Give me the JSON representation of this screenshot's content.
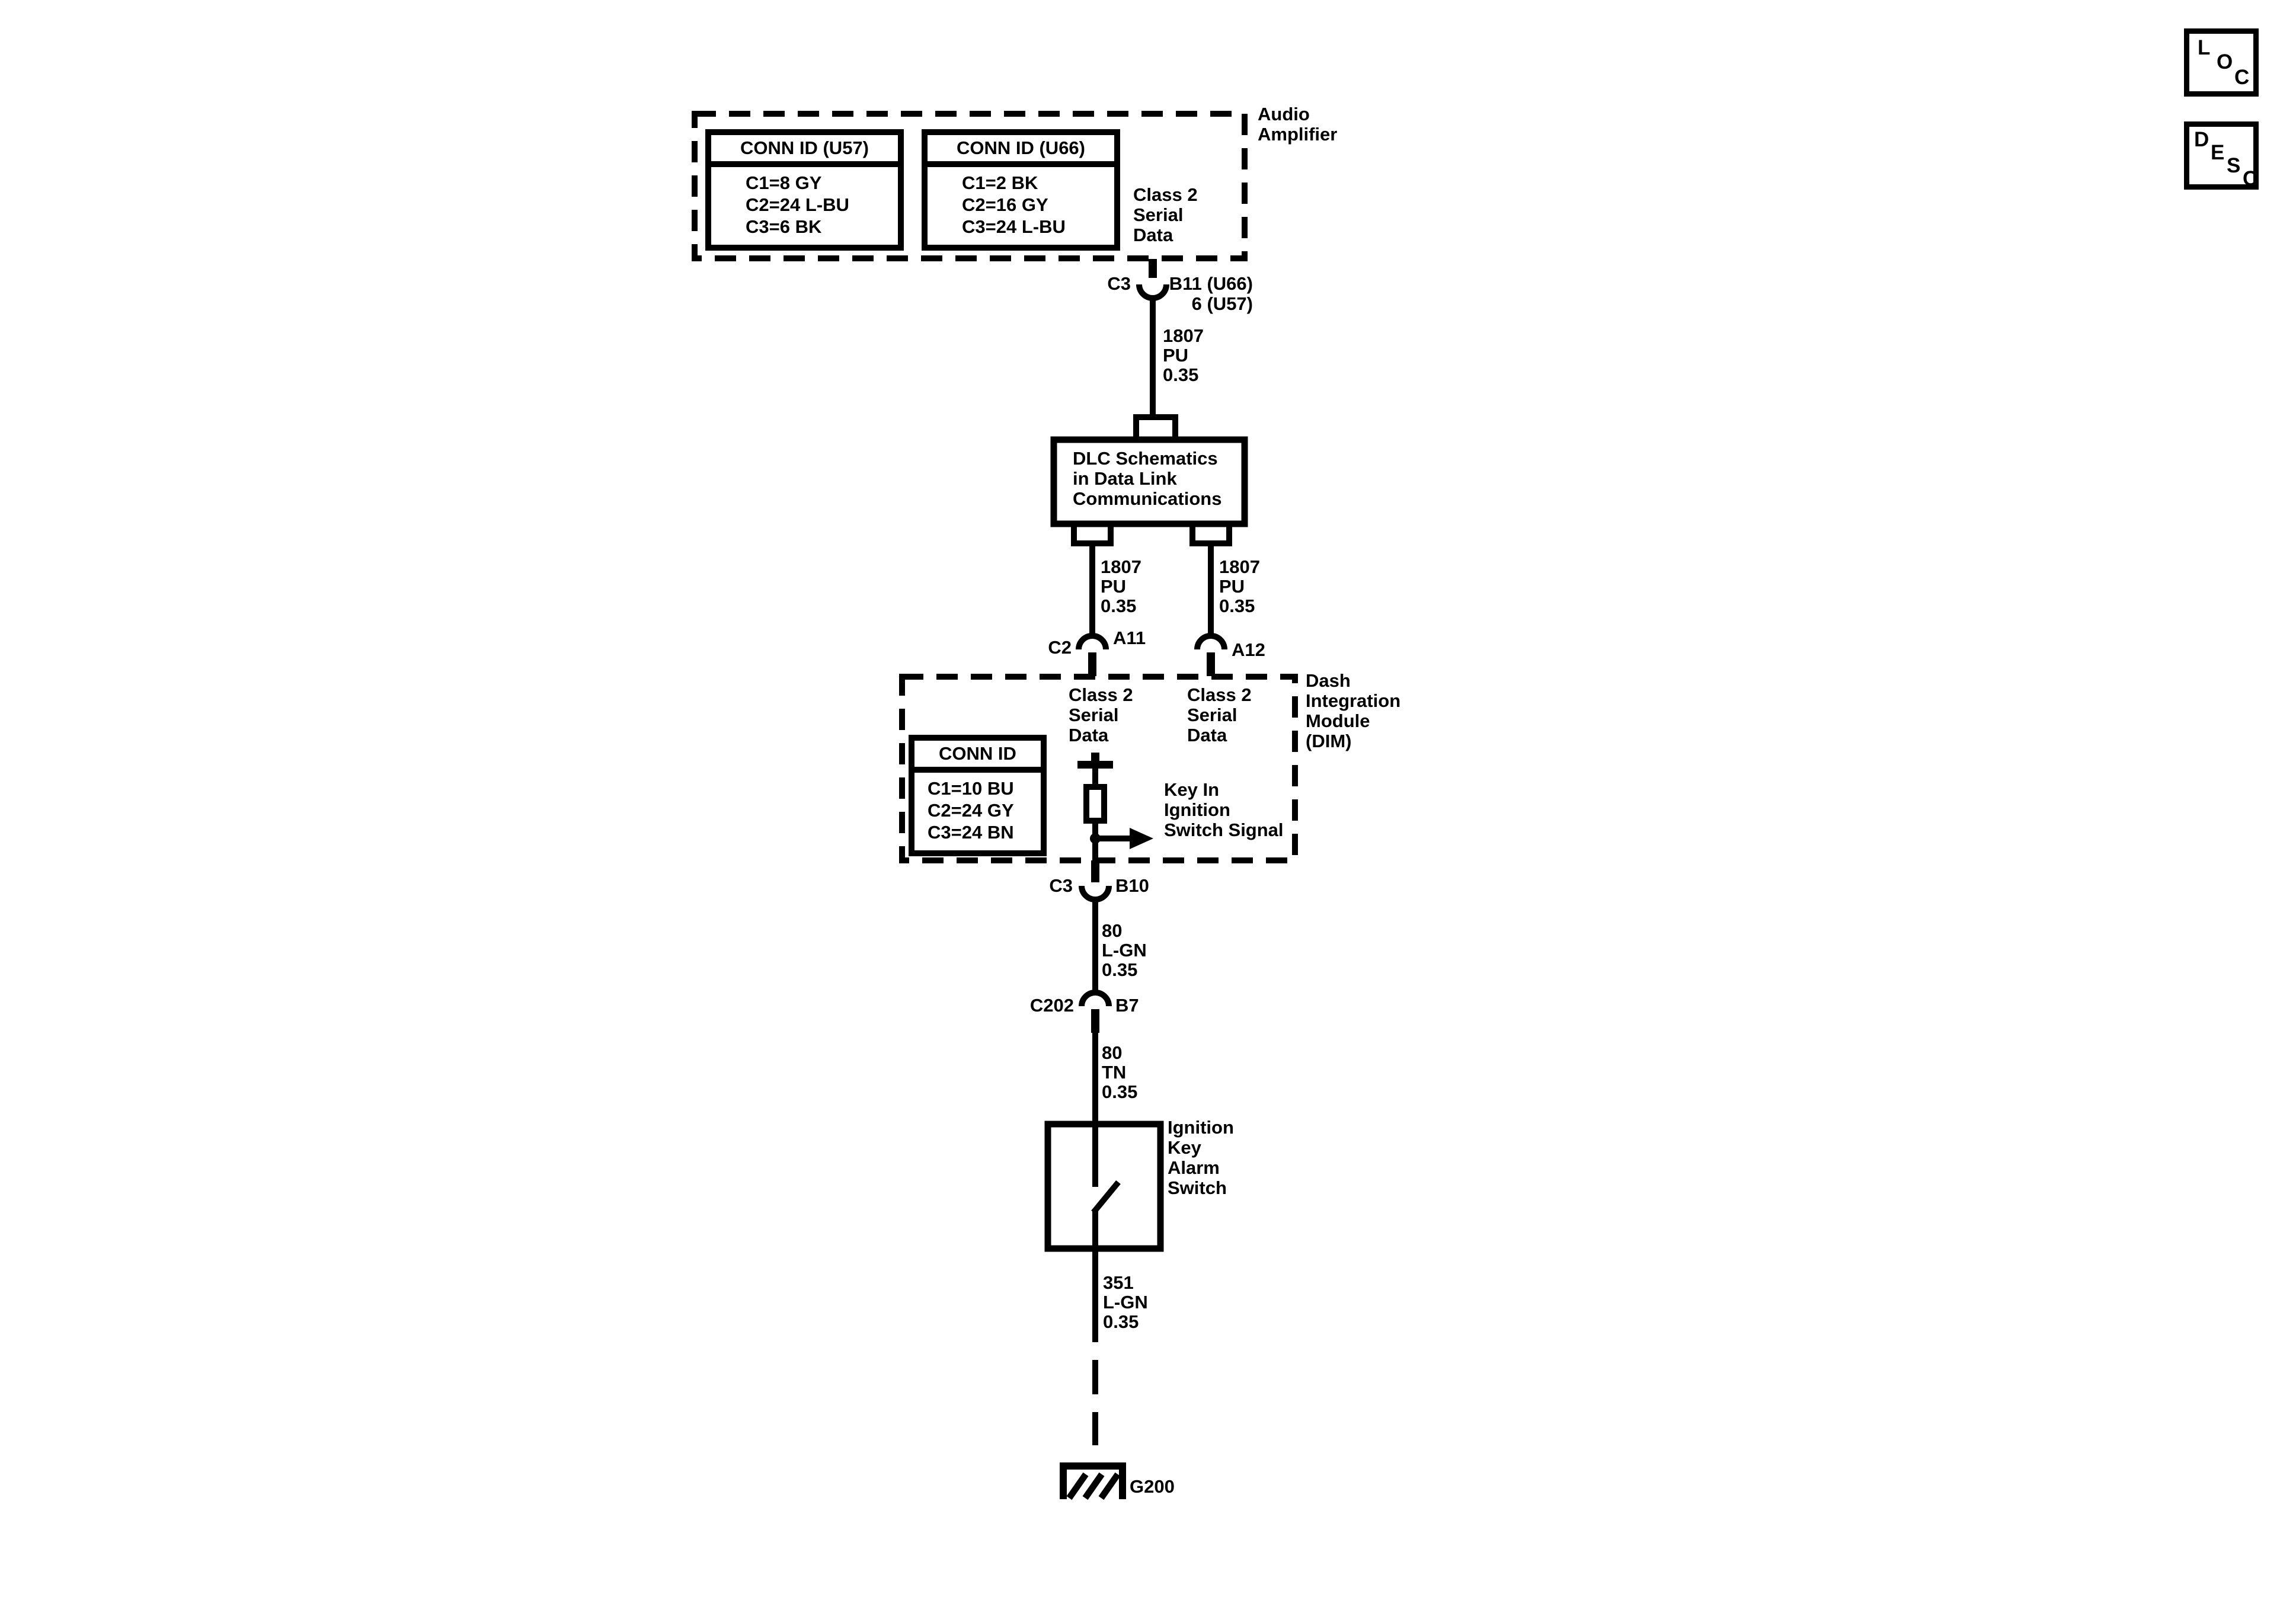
{
  "colors": {
    "ink": "#000000",
    "background": "#ffffff"
  },
  "diagram": {
    "audio_amplifier": {
      "name_label": "Audio\nAmplifier",
      "class2_label": "Class 2\nSerial\nData",
      "conn_u57": {
        "header": "CONN ID (U57)",
        "rows": [
          "C1=8 GY",
          "C2=24 L-BU",
          "C3=6 BK"
        ]
      },
      "conn_u66": {
        "header": "CONN ID (U66)",
        "rows": [
          "C1=2 BK",
          "C2=16 GY",
          "C3=24 L-BU"
        ]
      }
    },
    "connector_b11": {
      "conn": "C3",
      "pins": "B11 (U66)\n6 (U57)"
    },
    "wire_amp_dlc": "1807\nPU\n0.35",
    "dlc_box": {
      "label": "DLC Schematics\nin Data Link\nCommunications"
    },
    "wire_dlc_a11": "1807\nPU\n0.35",
    "wire_dlc_a12": "1807\nPU\n0.35",
    "connector_a11": {
      "conn": "C2",
      "pin": "A11"
    },
    "connector_a12": {
      "pin": "A12"
    },
    "dim": {
      "name_label": "Dash\nIntegration\nModule\n(DIM)",
      "class2_left": "Class 2\nSerial\nData",
      "class2_right": "Class 2\nSerial\nData",
      "conn_table": {
        "header": "CONN ID",
        "rows": [
          "C1=10 BU",
          "C2=24 GY",
          "C3=24 BN"
        ]
      },
      "key_in_label": "Key In\nIgnition\nSwitch Signal"
    },
    "connector_b10": {
      "conn": "C3",
      "pin": "B10"
    },
    "wire_b10_b7": "80\nL-GN\n0.35",
    "connector_b7": {
      "conn": "C202",
      "pin": "B7"
    },
    "wire_b7_switch": "80\nTN\n0.35",
    "ignition_switch": {
      "label": "Ignition\nKey\nAlarm\nSwitch"
    },
    "wire_switch_ground": "351\nL-GN\n0.35",
    "ground": {
      "label": "G200"
    }
  },
  "controls": {
    "loc": [
      "L",
      "O",
      "C"
    ],
    "desc": [
      "D",
      "E",
      "S",
      "C"
    ]
  }
}
